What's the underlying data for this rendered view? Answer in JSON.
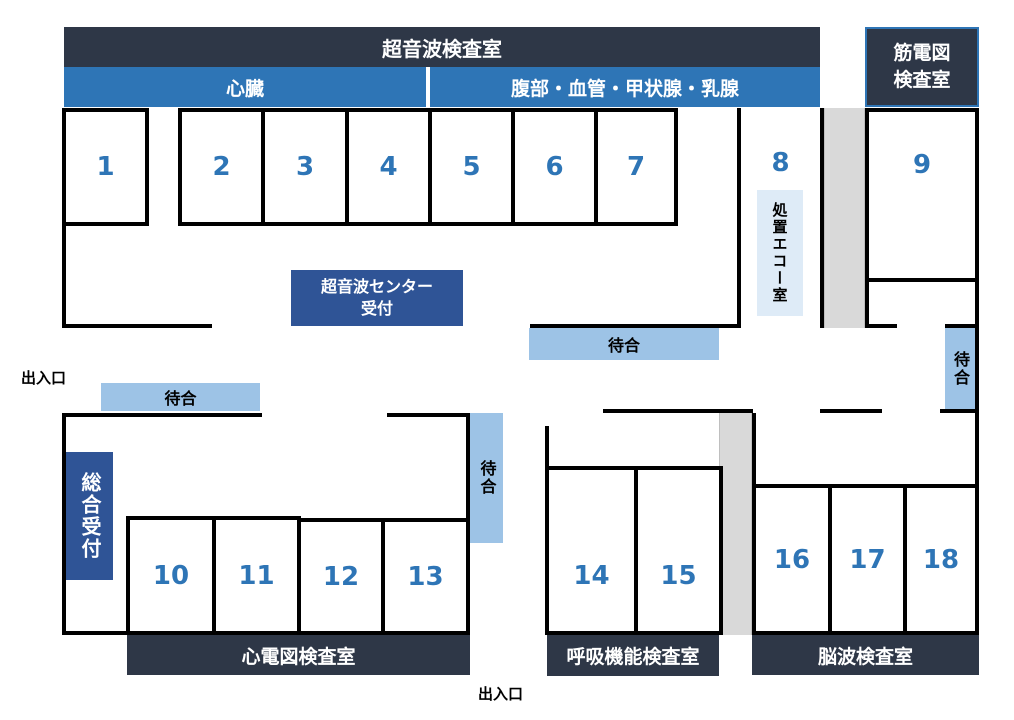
{
  "headers": {
    "ultrasound_room": "超音波検査室",
    "heart": "心臓",
    "abdomen": "腹部・血管・甲状腺・乳腺",
    "emg_room": "筋電図\n検査室",
    "ecg_room": "心電図検査室",
    "pulmonary_room": "呼吸機能検査室",
    "eeg_room": "脳波検査室"
  },
  "rooms": [
    "1",
    "2",
    "3",
    "4",
    "5",
    "6",
    "7",
    "8",
    "9",
    "10",
    "11",
    "12",
    "13",
    "14",
    "15",
    "16",
    "17",
    "18"
  ],
  "labels": {
    "treatment_echo": "処置エコー室",
    "reception_center": "超音波センター\n受付",
    "general_reception": "総合受付",
    "waiting": "待合",
    "entrance": "出入口"
  }
}
